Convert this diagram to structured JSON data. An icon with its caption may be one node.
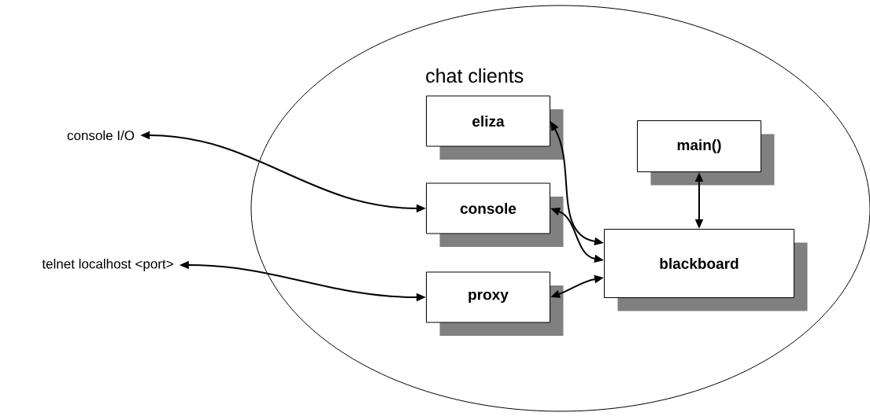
{
  "diagram": {
    "nodes": [
      {
        "text": [],
        "shape": "ellipse"
      },
      {
        "text": [
          "console I/O"
        ]
      },
      {
        "text": [
          "telnet localhost <port>"
        ]
      },
      {
        "text": [
          "eliza"
        ],
        "in": 0
      },
      {
        "text": [
          "console"
        ],
        "in": 0
      },
      {
        "text": [
          "proxy"
        ],
        "in": 0
      },
      {
        "text": [
          "main()"
        ],
        "in": 0
      },
      {
        "text": [
          "blackboard"
        ],
        "in": 0
      }
    ],
    "edges": [
      {
        "from": 1,
        "to": 4,
        "arrow": "both"
      },
      {
        "from": 2,
        "to": 5,
        "arrow": "both"
      },
      {
        "from": 3,
        "to": 7,
        "arrow": "both"
      },
      {
        "from": 4,
        "to": 7,
        "arrow": "both"
      },
      {
        "from": 5,
        "to": 7,
        "arrow": "both"
      },
      {
        "from": 6,
        "to": 7,
        "arrow": "both"
      }
    ],
    "labels": [
      "chat clients"
    ]
  }
}
